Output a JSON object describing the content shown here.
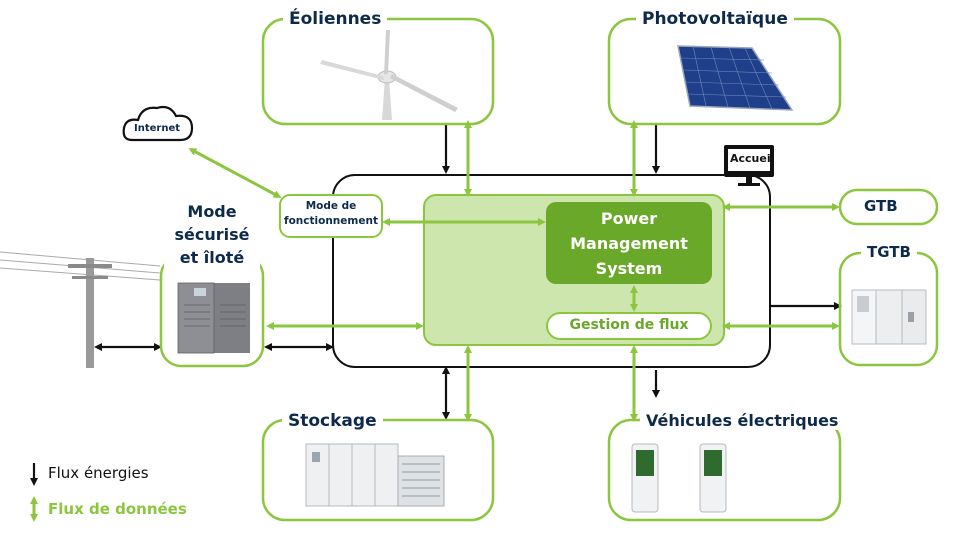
{
  "nodes": {
    "eoliennes": "Éoliennes",
    "photovoltaique": "Photovoltaïque",
    "internet": "Internet",
    "accueil": "Accueil",
    "mode_fonctionnement": "Mode de fonctionnement",
    "pms": "Power Management System",
    "gestion_flux": "Gestion de flux",
    "gtb": "GTB",
    "tgtb": "TGTB",
    "mode_securise": "Mode sécurisé et îloté",
    "stockage": "Stockage",
    "vehicules": "Véhicules électriques"
  },
  "legend": {
    "energy": "Flux énergies",
    "data": "Flux de données"
  },
  "colors": {
    "green": "#8cc63f",
    "dark_green": "#6aa82a",
    "pale_green": "#cde6ad",
    "navy": "#0d2a4a",
    "black": "#111111"
  }
}
